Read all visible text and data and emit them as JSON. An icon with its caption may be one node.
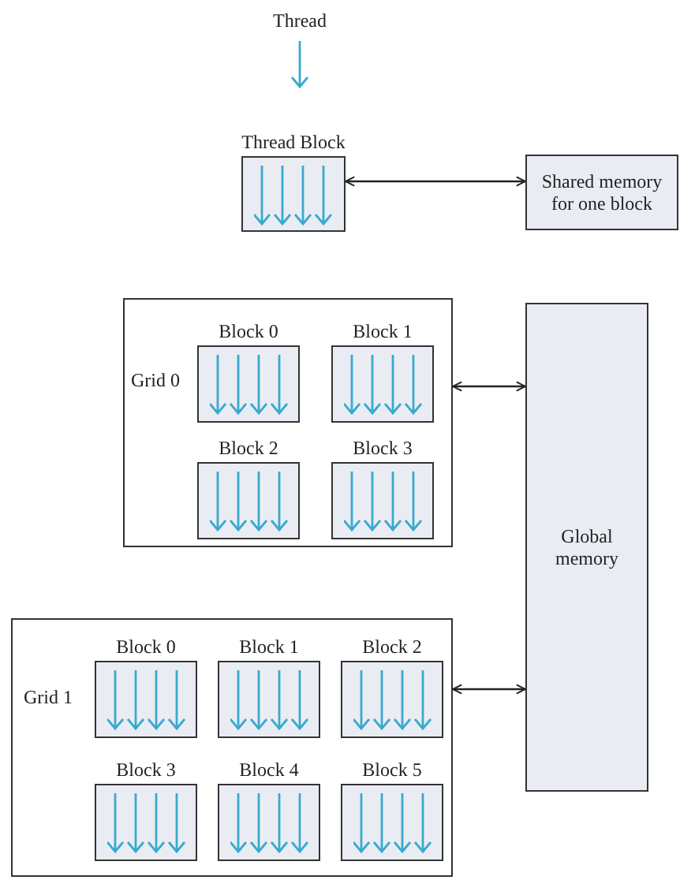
{
  "diagram": {
    "nodes": [
      {
        "text": [
          "Thread"
        ]
      },
      {
        "text": [
          "Thread Block"
        ]
      },
      {
        "text": [
          "Shared memory for one block"
        ]
      },
      {
        "text": [
          "Grid 0"
        ]
      },
      {
        "text": [
          "Block 0"
        ],
        "in": 3
      },
      {
        "text": [
          "Block 1"
        ],
        "in": 3
      },
      {
        "text": [
          "Block 2"
        ],
        "in": 3
      },
      {
        "text": [
          "Block 3"
        ],
        "in": 3
      },
      {
        "text": [
          "Global memory"
        ]
      },
      {
        "text": [
          "Grid 1"
        ]
      },
      {
        "text": [
          "Block 0"
        ],
        "in": 9
      },
      {
        "text": [
          "Block 1"
        ],
        "in": 9
      },
      {
        "text": [
          "Block 2"
        ],
        "in": 9
      },
      {
        "text": [
          "Block 3"
        ],
        "in": 9
      },
      {
        "text": [
          "Block 4"
        ],
        "in": 9
      },
      {
        "text": [
          "Block 5"
        ],
        "in": 9
      }
    ],
    "edges": [
      {
        "from": 1,
        "to": 2,
        "arrow": "both"
      },
      {
        "from": 3,
        "to": 8,
        "arrow": "both"
      },
      {
        "from": 9,
        "to": 8,
        "arrow": "both"
      }
    ]
  }
}
